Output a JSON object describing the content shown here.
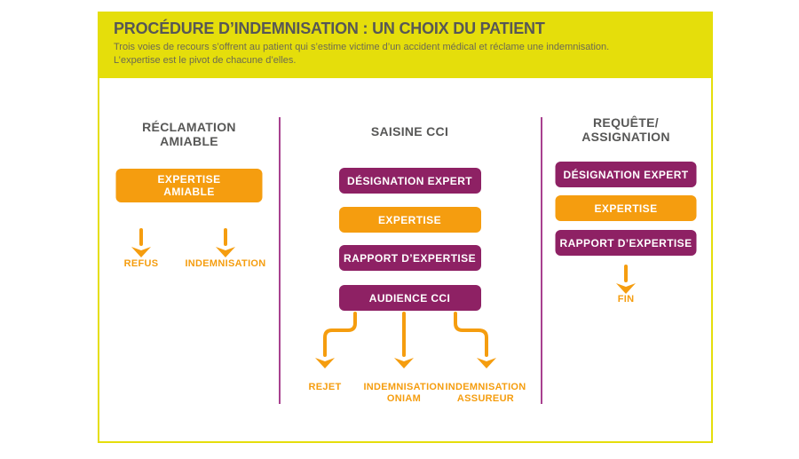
{
  "header": {
    "title": "PROCÉDURE D’INDEMNISATION : UN CHOIX DU PATIENT",
    "subtitle": "Trois voies de recours s’offrent au patient qui s’estime victime d’un accident médical et réclame une indemnisation.\nL’expertise est le pivot de chacune d’elles."
  },
  "columns": {
    "reclamation": {
      "title": "RÉCLAMATION\nAMIABLE",
      "steps": {
        "expertise_amiable": "EXPERTISE\nAMIABLE"
      },
      "outcomes": {
        "refus": "REFUS",
        "indemnisation": "INDEMNISATION"
      }
    },
    "saisine": {
      "title": "SAISINE CCI",
      "steps": {
        "designation": "DÉSIGNATION EXPERT",
        "expertise": "EXPERTISE",
        "rapport": "RAPPORT D’EXPERTISE",
        "audience": "AUDIENCE CCI"
      },
      "outcomes": {
        "rejet": "REJET",
        "oniam": "INDEMNISATION\nONIAM",
        "assureur": "INDEMNISATION\nASSUREUR"
      }
    },
    "requete": {
      "title": "REQUÊTE/\nASSIGNATION",
      "steps": {
        "designation": "DÉSIGNATION EXPERT",
        "expertise": "EXPERTISE",
        "rapport": "RAPPORT D’EXPERTISE"
      },
      "outcomes": {
        "fin": "FIN"
      }
    }
  },
  "colors": {
    "yellow": "#e5de0b",
    "purple_node": "#8e2164",
    "orange_node": "#f59d0f",
    "divider_purple": "#a8418f",
    "title_gray": "#575756",
    "subtitle_gray": "#6c6a52"
  }
}
